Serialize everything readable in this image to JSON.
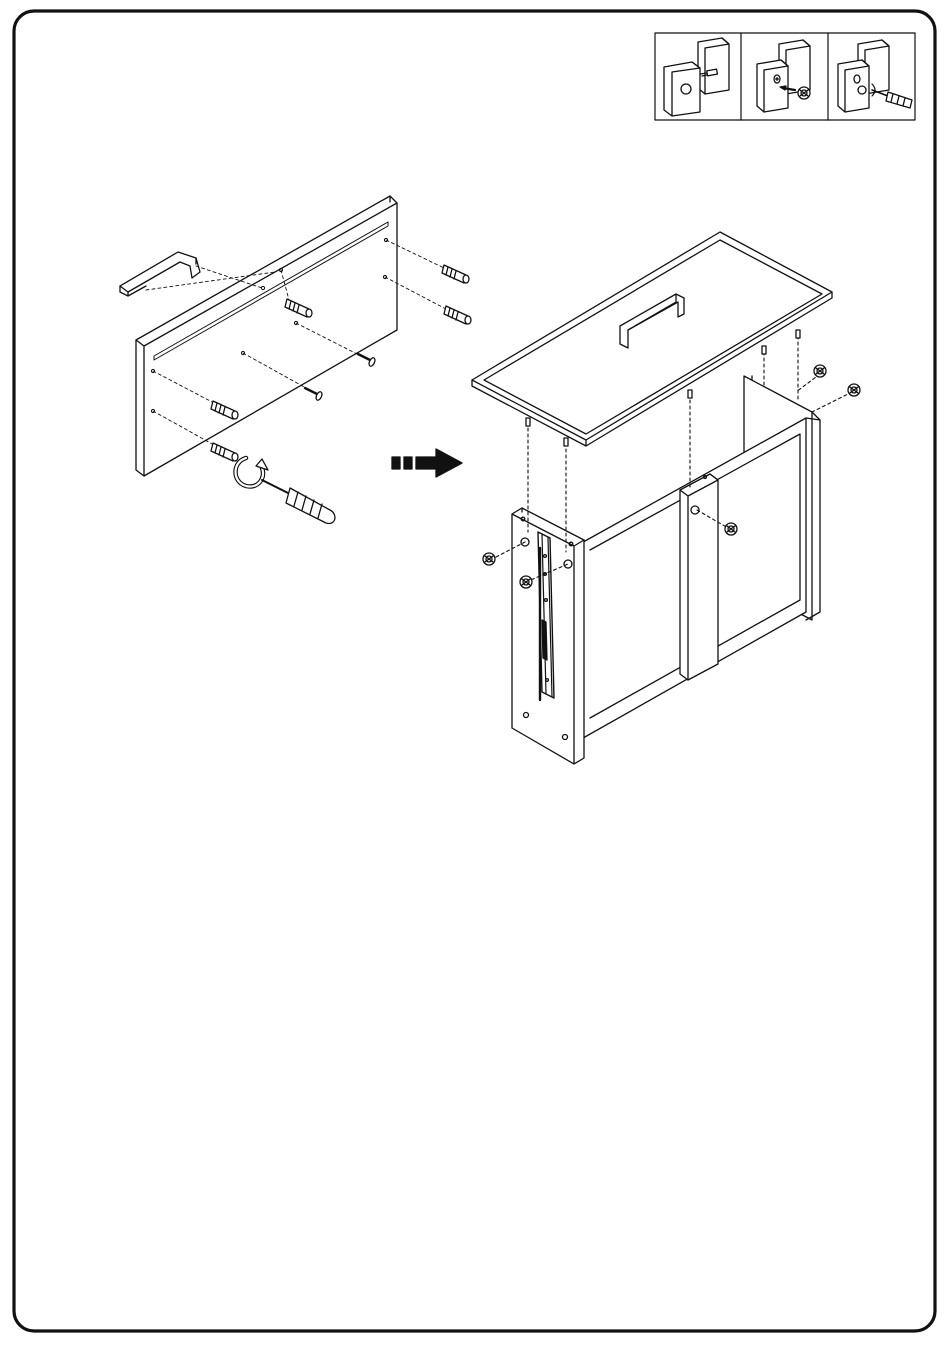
{
  "page": {
    "frame": "rounded-border",
    "background": "#ffffff",
    "line_color": "#111111"
  },
  "legend": {
    "steps": [
      {
        "name": "insert-cam-bolt",
        "icon": "cam-bolt-icon"
      },
      {
        "name": "insert-cam-lock",
        "icon": "cam-lock-icon"
      },
      {
        "name": "tighten-cam-lock",
        "icon": "screwdriver-icon"
      }
    ]
  },
  "step1": {
    "part": "top-panel-underside",
    "fittings": [
      "handle-icon",
      "cam-bolt-icon",
      "screw-icon",
      "screwdriver-icon",
      "rotate-arrow-icon"
    ]
  },
  "transition": {
    "icon": "next-step-arrow-icon"
  },
  "step2": {
    "part": "cabinet-carcass",
    "fittings": [
      "top-panel",
      "drawer-slide-rail-icon",
      "cam-lock-icon"
    ]
  }
}
